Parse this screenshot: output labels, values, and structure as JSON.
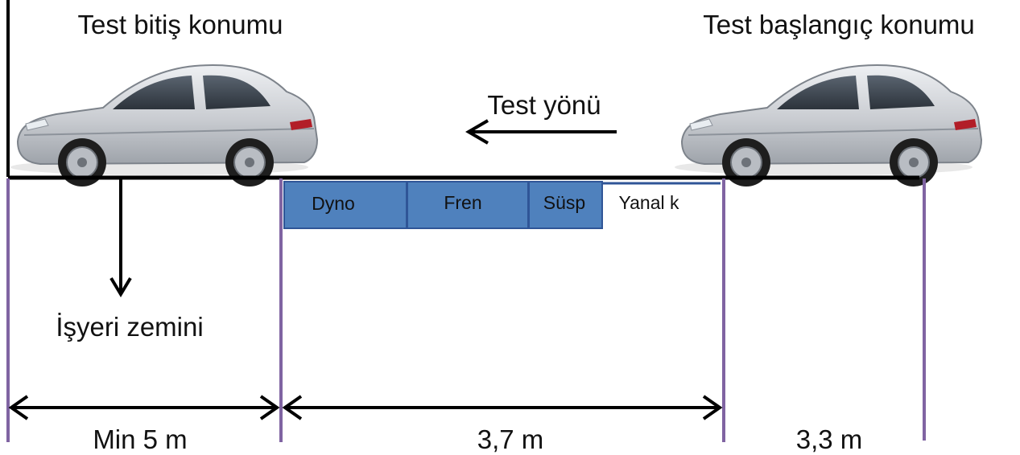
{
  "labels": {
    "end_position": "Test bitiş konumu",
    "start_position": "Test başlangıç konumu",
    "direction": "Test yönü",
    "floor": "İşyeri zemini"
  },
  "stations": [
    {
      "label": "Dyno"
    },
    {
      "label": "Fren"
    },
    {
      "label": "Süsp"
    },
    {
      "label": "Yanal k"
    }
  ],
  "dimensions": [
    {
      "label": "Min 5 m"
    },
    {
      "label": "3,7 m"
    },
    {
      "label": "3,3 m"
    }
  ],
  "colors": {
    "station_fill": "#4f81bd",
    "station_stroke": "#2f5597",
    "divider": "#8064a2",
    "line": "#000000",
    "car_body": "#c9ccd1"
  }
}
